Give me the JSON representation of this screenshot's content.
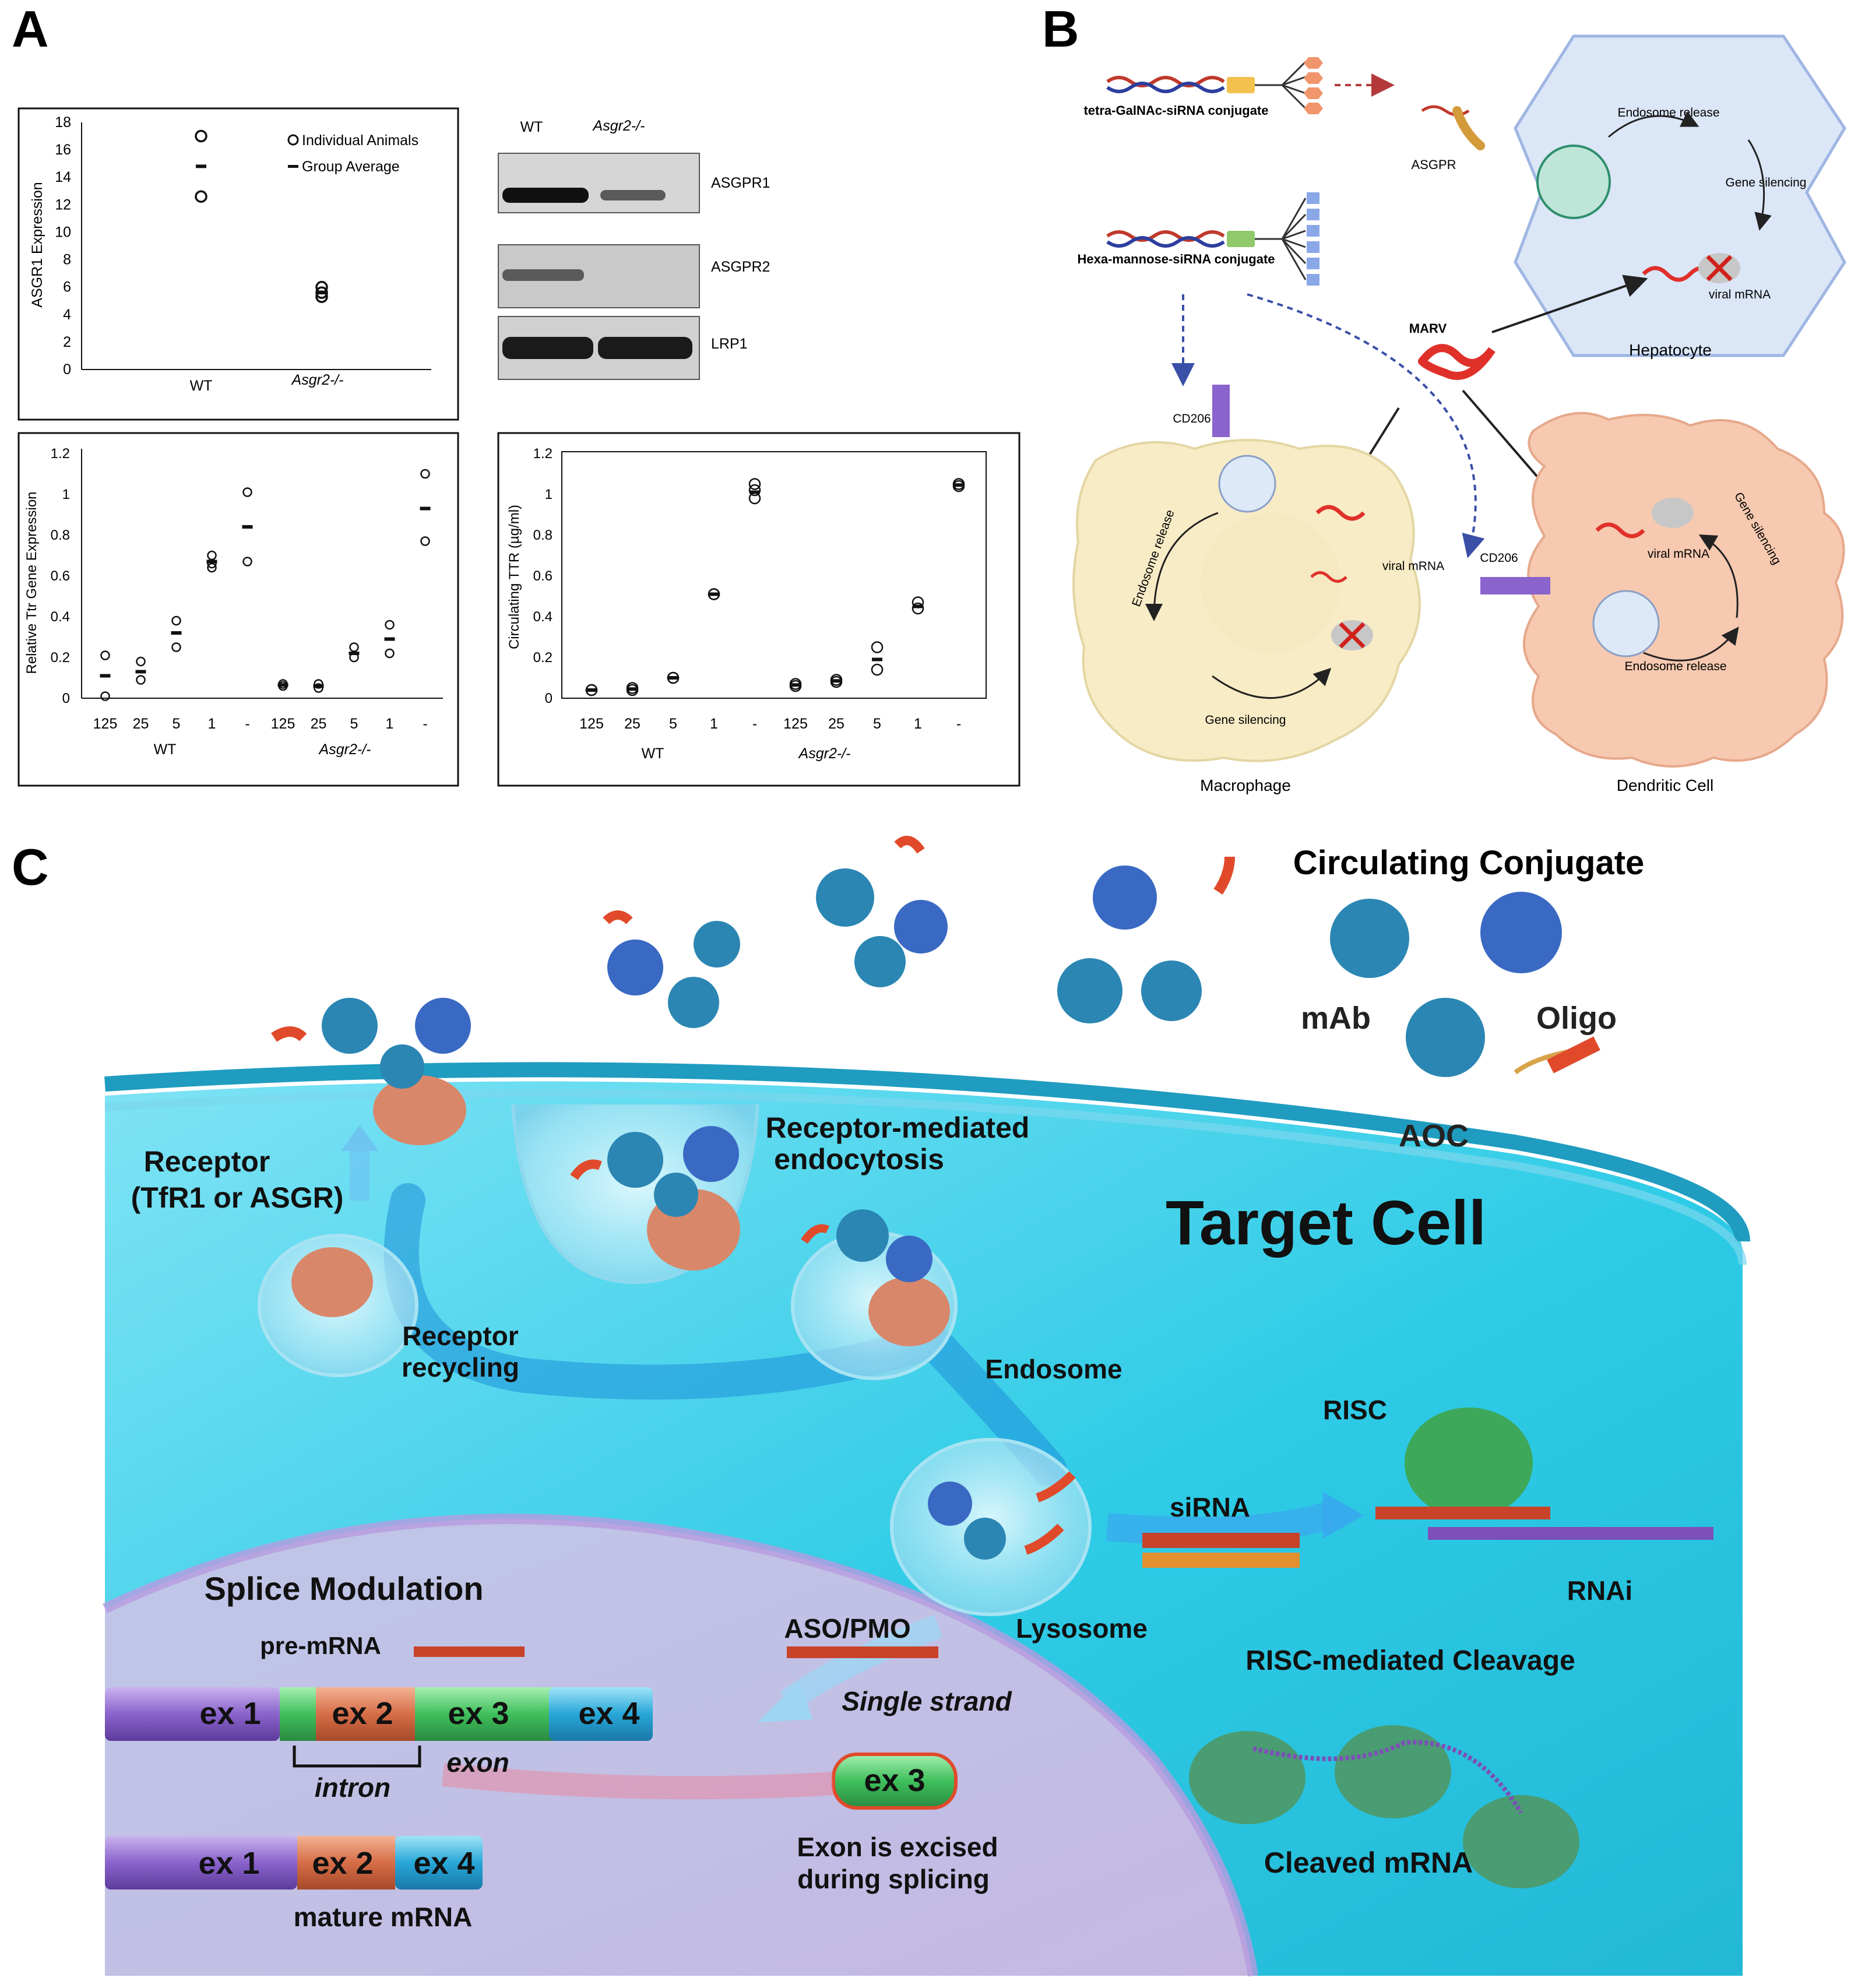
{
  "panel_a": {
    "letter": "A",
    "asgr1_plot": {
      "ylabel": "ASGR1 Expression",
      "yticks": [
        "0",
        "2",
        "4",
        "6",
        "8",
        "10",
        "12",
        "14",
        "16",
        "18"
      ],
      "categories": [
        "WT",
        "Asgr2-/-"
      ],
      "legend_individual": "Individual Animals",
      "legend_average": "Group Average"
    },
    "blot": {
      "col_wt": "WT",
      "col_ko": "Asgr2-/-",
      "bands": [
        "ASGPR1",
        "ASGPR2",
        "LRP1"
      ]
    },
    "ttr_gene_plot": {
      "ylabel": "Relative Ttr Gene Expression",
      "yticks": [
        "0",
        "0.2",
        "0.4",
        "0.6",
        "0.8",
        "1",
        "1.2"
      ],
      "doses": [
        "125",
        "25",
        "5",
        "1",
        "-",
        "125",
        "25",
        "5",
        "1",
        "-"
      ],
      "group_wt": "WT",
      "group_ko": "Asgr2-/-"
    },
    "ttr_protein_plot": {
      "ylabel": "Circulating TTR (µg/ml)",
      "yticks": [
        "0",
        "0.2",
        "0.4",
        "0.6",
        "0.8",
        "1",
        "1.2"
      ],
      "doses": [
        "125",
        "25",
        "5",
        "1",
        "-",
        "125",
        "25",
        "5",
        "1",
        "-"
      ],
      "group_wt": "WT",
      "group_ko": "Asgr2-/-"
    }
  },
  "panel_b": {
    "letter": "B",
    "galnac": "tetra-GalNAc-siRNA conjugate",
    "mannose": "Hexa-mannose-siRNA conjugate",
    "asgpr": "ASGPR",
    "endosome_release": "Endosome release",
    "gene_silencing": "Gene silencing",
    "viral_mrna": "viral mRNA",
    "marv": "MARV",
    "hepatocyte": "Hepatocyte",
    "cd206": "CD206",
    "macrophage": "Macrophage",
    "dendritic": "Dendritic Cell"
  },
  "panel_c": {
    "letter": "C",
    "circulating": "Circulating Conjugate",
    "mab": "mAb",
    "oligo": "Oligo",
    "aoc": "AOC",
    "receptor": "Receptor",
    "receptor_sub": "(TfR1 or ASGR)",
    "rme": "Receptor-mediated",
    "rme2": "endocytosis",
    "target_cell": "Target Cell",
    "recycling": "Receptor",
    "recycling2": "recycling",
    "endosome": "Endosome",
    "risc": "RISC",
    "sirna": "siRNA",
    "rnai": "RNAi",
    "lysosome": "Lysosome",
    "splice": "Splice Modulation",
    "aso": "ASO/PMO",
    "single": "Single strand",
    "pre_mrna": "pre-mRNA",
    "risc_cleavage": "RISC-mediated Cleavage",
    "ex1": "ex 1",
    "ex2": "ex 2",
    "ex3": "ex 3",
    "ex4": "ex 4",
    "intron": "intron",
    "exon": "exon",
    "excised": "Exon is excised",
    "excised2": "during splicing",
    "mature": "mature mRNA",
    "cleaved": "Cleaved mRNA"
  },
  "chart_data": [
    {
      "type": "scatter",
      "title": "",
      "ylabel": "ASGR1 Expression",
      "categories": [
        "WT",
        "Asgr2-/-"
      ],
      "ylim": [
        0,
        18
      ],
      "series": [
        {
          "name": "Individual Animals",
          "values": [
            [
              17.0,
              12.6
            ],
            [
              6.0,
              5.6,
              5.3
            ]
          ]
        },
        {
          "name": "Group Average",
          "values": [
            14.8,
            5.6
          ]
        }
      ]
    },
    {
      "type": "scatter",
      "title": "",
      "ylabel": "Relative Ttr Gene Expression",
      "categories": [
        "125",
        "25",
        "5",
        "1",
        "-",
        "125",
        "25",
        "5",
        "1",
        "-"
      ],
      "groups": [
        "WT",
        "Asgr2-/-"
      ],
      "ylim": [
        0,
        1.2
      ],
      "individuals": [
        [
          0.21,
          0.01
        ],
        [
          0.18,
          0.09
        ],
        [
          0.38,
          0.25
        ],
        [
          0.7,
          0.66,
          0.64
        ],
        [
          1.01,
          0.67
        ],
        [
          0.07,
          0.06
        ],
        [
          0.07,
          0.05
        ],
        [
          0.25,
          0.2
        ],
        [
          0.36,
          0.22
        ],
        [
          1.1,
          0.77
        ]
      ],
      "averages": [
        0.11,
        0.13,
        0.32,
        0.67,
        0.84,
        0.065,
        0.06,
        0.22,
        0.29,
        0.93
      ]
    },
    {
      "type": "scatter",
      "title": "",
      "ylabel": "Circulating TTR (µg/ml)",
      "categories": [
        "125",
        "25",
        "5",
        "1",
        "-",
        "125",
        "25",
        "5",
        "1",
        "-"
      ],
      "groups": [
        "WT",
        "Asgr2-/-"
      ],
      "ylim": [
        0,
        1.2
      ],
      "individuals": [
        [
          0.04,
          0.04
        ],
        [
          0.05,
          0.04
        ],
        [
          0.1,
          0.1
        ],
        [
          0.51,
          0.51
        ],
        [
          1.05,
          1.02,
          0.98
        ],
        [
          0.07,
          0.06
        ],
        [
          0.08,
          0.09
        ],
        [
          0.25,
          0.14
        ],
        [
          0.47,
          0.44
        ],
        [
          1.05,
          1.04
        ]
      ],
      "averages": [
        0.04,
        0.045,
        0.1,
        0.51,
        1.01,
        0.065,
        0.085,
        0.19,
        0.45,
        1.045
      ]
    }
  ]
}
